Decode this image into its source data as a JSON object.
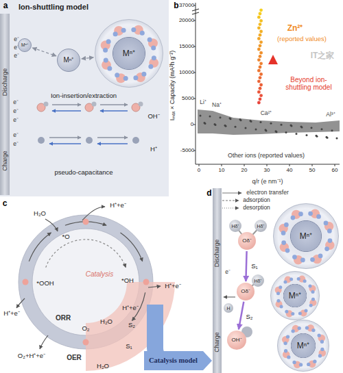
{
  "diagram": {
    "nodes": [
      {
        "text": [
          "Discharge",
          "Charge"
        ]
      },
      {
        "text": [
          "Mⁿ⁺"
        ]
      },
      {
        "text": [
          "Mⁿ⁺"
        ]
      },
      {
        "text": [
          "Mⁿ⁺"
        ]
      },
      {
        "text": [
          "Catalysis model"
        ]
      },
      {
        "text": [
          "Discharge",
          "Charge"
        ]
      },
      {
        "text": [
          "Hδ⁺"
        ]
      },
      {
        "text": [
          "Oδ⁻"
        ]
      },
      {
        "text": [
          "Hδ⁺"
        ]
      },
      {
        "text": [
          "Mⁿ⁺"
        ]
      },
      {
        "text": [
          "Hδ⁺"
        ]
      },
      {
        "text": [
          "Oδ⁻"
        ]
      },
      {
        "text": [
          "Mⁿ⁺"
        ]
      },
      {
        "text": [
          "H"
        ]
      },
      {
        "text": [
          "OH⁻"
        ]
      },
      {
        "text": [
          "Mⁿ⁺"
        ]
      }
    ],
    "edges": [
      {
        "from": 1,
        "to": 2,
        "arrow": "both"
      },
      {
        "from": 2,
        "to": 3,
        "arrow": "both"
      },
      {
        "from": 7,
        "to": 11,
        "label": "S₁",
        "arrow": "to"
      },
      {
        "from": 11,
        "to": 14,
        "label": "S₂",
        "arrow": "to"
      }
    ],
    "labels": [
      "a",
      "Ion-shuttling model",
      "e⁻",
      "e⁻",
      "e⁻",
      "Ion-insertion/extraction",
      "e⁻",
      "e⁻",
      "e⁻",
      "e⁻",
      "e⁻",
      "OH⁻",
      "H⁺",
      "pseudo-capacitance",
      "b",
      "37000",
      "20000",
      "15000",
      "10000",
      "5000",
      "0",
      "-5000",
      "0",
      "10",
      "20",
      "30",
      "40",
      "50",
      "60",
      "Iₘₐₓ × Capacity (mA²h g⁻²)",
      "q/r (e nm⁻¹)",
      "Zn²⁺",
      "(reported values)",
      "Beyond ion-shuttling model",
      "Li⁺",
      "Na⁺",
      "Ca²⁺",
      "Al³⁺",
      "Other ions (reported values)",
      "IT之家",
      "c",
      "H₂O",
      "H⁺+e⁻",
      "*O",
      "H⁺+e⁻",
      "*OOH",
      "*OH",
      "Catalysis",
      "ORR",
      "H⁺+e⁻",
      "H⁺+e⁻",
      "S₂",
      "H₂O",
      "O₂",
      "S₁",
      "O₂+H⁺+e⁻",
      "OER",
      "H₂O",
      "d",
      "electron transfer",
      "adsorption",
      "desorption",
      "e⁻"
    ]
  }
}
